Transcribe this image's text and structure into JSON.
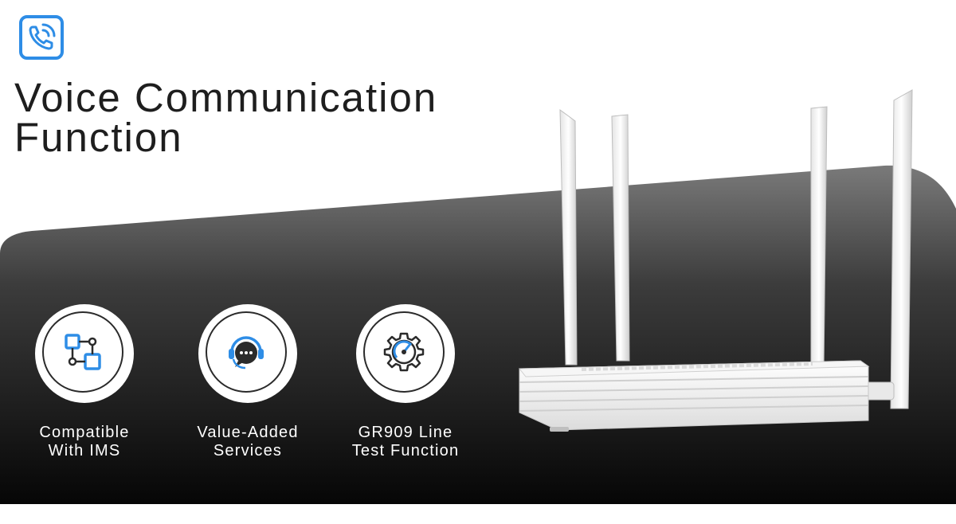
{
  "title": {
    "line1": "Voice Communication",
    "line2": "Function"
  },
  "colors": {
    "accent": "#2e8de6",
    "dark": "#2b2b2b",
    "text": "#1e1e1e"
  },
  "icons": {
    "header": "phone-call-icon",
    "router": "router-image"
  },
  "features": [
    {
      "icon": "network-flow-icon",
      "line1": "Compatible",
      "line2": "With IMS"
    },
    {
      "icon": "headset-chat-icon",
      "line1": "Value-Added",
      "line2": "Services"
    },
    {
      "icon": "gear-gauge-icon",
      "line1": "GR909 Line",
      "line2": "Test Function"
    }
  ]
}
